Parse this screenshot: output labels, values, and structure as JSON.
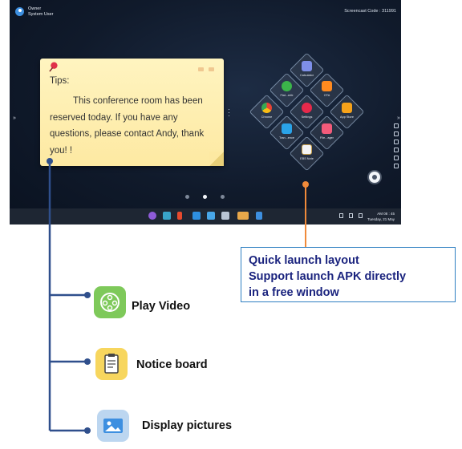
{
  "screen": {
    "user": {
      "name": "Owner",
      "role": "System User"
    },
    "screencast_code": "Screencast Code : 311991",
    "note": {
      "title": "Tips:",
      "body": "This conference room has been reserved today. If you have any questions, please contact Andy, thank you! !"
    },
    "apps": [
      {
        "label": "Calculator",
        "icon": "calculator-icon",
        "color": "#7e8fe8"
      },
      {
        "label": "Flat...erfe",
        "icon": "compass-icon",
        "color": "#3bb54a"
      },
      {
        "label": "OTA",
        "icon": "upload-icon",
        "color": "#ff8a1f"
      },
      {
        "label": "Chrome",
        "icon": "chrome-icon",
        "color": "#ffffff"
      },
      {
        "label": "Settings",
        "icon": "settings-icon",
        "color": "#e6294b"
      },
      {
        "label": "App Store",
        "icon": "store-icon",
        "color": "#f6a21a"
      },
      {
        "label": "Tran...ence",
        "icon": "transfer-icon",
        "color": "#2aa3e8"
      },
      {
        "label": "File...ager",
        "icon": "folder-icon",
        "color": "#f25b7a"
      },
      {
        "label": "EBS Note",
        "icon": "note-icon",
        "color": "#f4f4f4"
      }
    ],
    "clock": {
      "time": "AM 08 : 45",
      "date": "Tuesday, 21 May"
    },
    "pages": {
      "count": 3,
      "active": 2
    },
    "colors": {
      "accent": "#3d8fe0",
      "taskbar": "#1e2633"
    }
  },
  "callout": {
    "line1": "Quick launch layout",
    "line2": "Support  launch APK directly",
    "line3": "in a free window"
  },
  "features": [
    {
      "label": "Play Video",
      "icon": "film-reel-icon",
      "color": "#7ec95a"
    },
    {
      "label": "Notice board",
      "icon": "clipboard-icon",
      "color": "#f7d65e"
    },
    {
      "label": "Display pictures",
      "icon": "picture-icon",
      "color": "#bcd6f0"
    }
  ]
}
